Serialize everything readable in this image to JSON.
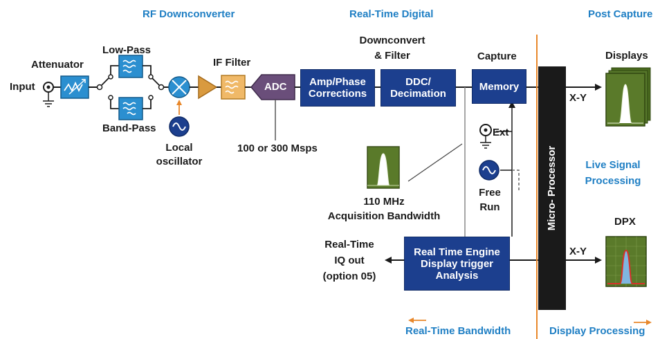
{
  "sections": {
    "rf_downconverter": "RF Downconverter",
    "real_time_digital": "Real-Time Digital",
    "post_capture": "Post Capture"
  },
  "labels": {
    "input": "Input",
    "attenuator": "Attenuator",
    "low_pass": "Low-Pass",
    "band_pass": "Band-Pass",
    "local_oscillator_1": "Local",
    "local_oscillator_2": "oscillator",
    "if_filter": "IF Filter",
    "adc": "ADC",
    "sample_rate": "100 or 300 Msps",
    "downconvert_1": "Downconvert",
    "downconvert_2": "& Filter",
    "capture": "Capture",
    "ext": "Ext",
    "free_run_1": "Free",
    "free_run_2": "Run",
    "acq_bw_1": "110 MHz",
    "acq_bw_2": "Acquisition Bandwidth",
    "realtime_iq_1": "Real-Time",
    "realtime_iq_2": "IQ out",
    "realtime_iq_3": "(option 05)",
    "displays": "Displays",
    "xy_top": "X-Y",
    "xy_bottom": "X-Y",
    "live_signal_1": "Live Signal",
    "live_signal_2": "Processing",
    "dpx": "DPX",
    "micro_processor": "Micro- Processor",
    "realtime_bandwidth": "Real-Time Bandwidth",
    "display_processing": "Display Processing"
  },
  "blocks": {
    "amp_phase_1": "Amp/Phase",
    "amp_phase_2": "Corrections",
    "ddc_1": "DDC/",
    "ddc_2": "Decimation",
    "memory": "Memory",
    "rte_1": "Real Time Engine",
    "rte_2": "Display trigger",
    "rte_3": "Analysis"
  },
  "colors": {
    "block_blue": "#1c3f8e",
    "section_blue": "#1f7fc4",
    "divider_orange": "#e8872a",
    "processor_black": "#1a1a1a",
    "display_green": "#5a7a2a"
  },
  "icons": [
    "attenuator-icon",
    "lowpass-filter-icon",
    "bandpass-filter-icon",
    "mixer-icon",
    "oscillator-icon",
    "amplifier-icon",
    "if-filter-icon",
    "ext-trigger-icon",
    "free-run-oscillator-icon",
    "ground-icon",
    "spectrum-display-icon",
    "dpx-display-icon"
  ]
}
